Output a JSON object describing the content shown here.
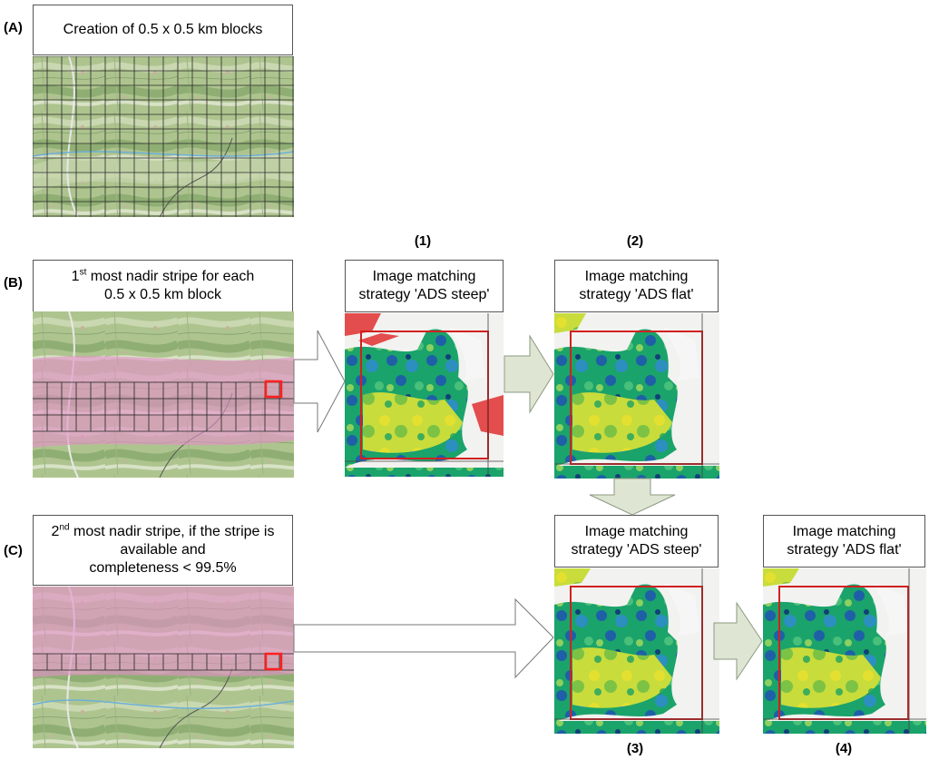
{
  "row_a": {
    "tag": "(A)",
    "caption": "Creation of 0.5 x 0.5 km blocks"
  },
  "row_b": {
    "tag": "(B)",
    "caption_num": "1",
    "caption_sup": "st",
    "caption_line1_rest": " most nadir stripe for each",
    "caption_line2": "0.5 x 0.5 km block"
  },
  "row_c": {
    "tag": "(C)",
    "caption_num": "2",
    "caption_sup": "nd",
    "caption_line1_rest": " most nadir stripe, if the stripe is",
    "caption_line2": "available and",
    "caption_line3": "completeness < 99.5%"
  },
  "steps": [
    {
      "number": "(1)",
      "line1": "Image matching",
      "line2": "strategy 'ADS steep'"
    },
    {
      "number": "(2)",
      "line1": "Image matching",
      "line2": "strategy 'ADS flat'"
    },
    {
      "number": "(3)",
      "line1": "Image matching",
      "line2": "strategy 'ADS steep'"
    },
    {
      "number": "(4)",
      "line1": "Image matching",
      "line2": "strategy 'ADS flat'"
    }
  ],
  "colors": {
    "stripe_overlay": "#e58fc9",
    "block_highlight": "#ff2020",
    "arrow_fill": "#dfe5d3",
    "arrow_stroke": "#8a9a80",
    "outline_arrow_stroke": "#777777",
    "map_green": "#a9c08a",
    "dsm_blue": "#1f5fa8",
    "dsm_green": "#1aa36a",
    "dsm_yellow": "#e3e030",
    "dsm_red": "#e03030"
  }
}
